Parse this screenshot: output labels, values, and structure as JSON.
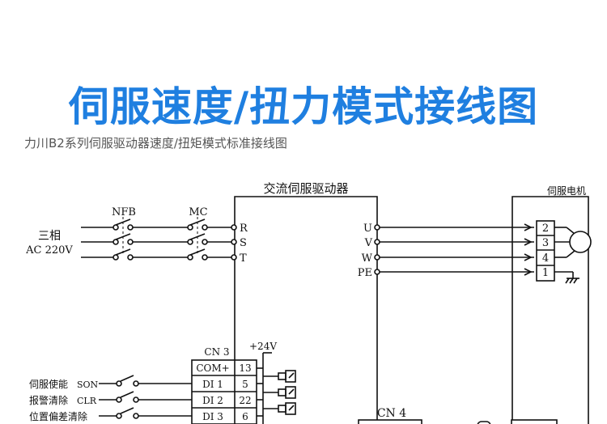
{
  "title": "伺服速度/扭力模式接线图",
  "subtitle": "力川B2系列伺服驱动器速度/扭矩模式标准接线图",
  "labels": {
    "drive": "交流伺服驱动器",
    "motor": "伺服电机",
    "nfb": "NFB",
    "mc": "MC",
    "supply_phase": "三相",
    "supply_voltage": "AC 220V",
    "cn3": "CN 3",
    "cn4": "CN 4",
    "plus24v": "+24V"
  },
  "power_inputs": [
    "R",
    "S",
    "T"
  ],
  "motor_outputs": [
    "U",
    "V",
    "W",
    "PE"
  ],
  "motor_terminals": [
    "2",
    "3",
    "4",
    "1"
  ],
  "cn3_rows": [
    {
      "signal": "COM+",
      "pin": "13"
    },
    {
      "signal": "DI 1",
      "pin": "5"
    },
    {
      "signal": "DI 2",
      "pin": "22"
    },
    {
      "signal": "DI 3",
      "pin": "6"
    }
  ],
  "switch_inputs": [
    {
      "name": "伺服使能",
      "code": "SON"
    },
    {
      "name": "报警清除",
      "code": "CLR"
    },
    {
      "name": "位置偏差清除",
      "code": ""
    }
  ]
}
